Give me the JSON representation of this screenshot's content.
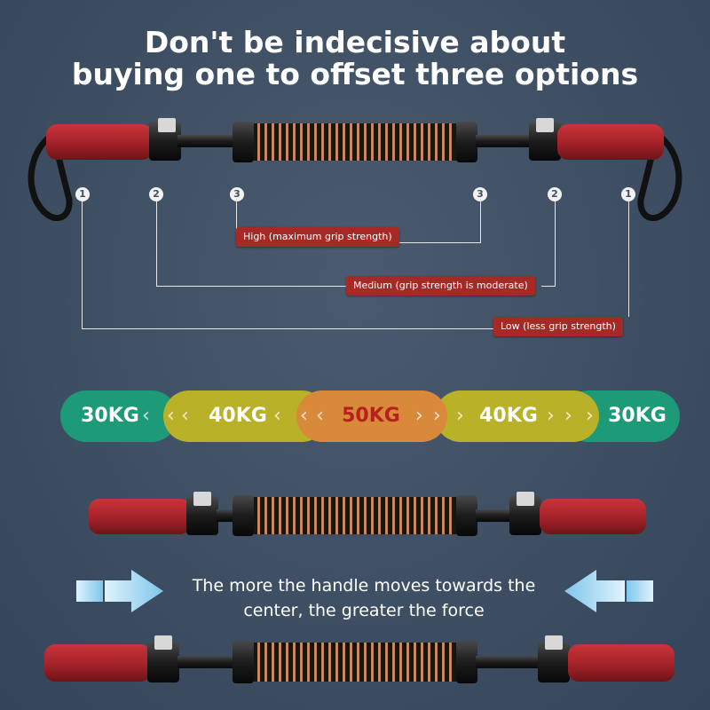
{
  "title": {
    "line1": "Don't be indecisive about",
    "line2": "buying one to offset three options"
  },
  "markers": {
    "left": [
      "1",
      "2",
      "3"
    ],
    "right": [
      "3",
      "2",
      "1"
    ]
  },
  "callouts": {
    "high": "High (maximum grip strength)",
    "medium": "Medium (grip strength is moderate)",
    "low": "Low (less grip strength)"
  },
  "levels": [
    {
      "label": "30KG",
      "color": "#1d9a77",
      "text_color": "#ffffff"
    },
    {
      "label": "40KG",
      "color": "#b9b228",
      "text_color": "#ffffff"
    },
    {
      "label": "50KG",
      "color": "#d88a3a",
      "text_color": "#b5221c"
    },
    {
      "label": "40KG",
      "color": "#b9b228",
      "text_color": "#ffffff"
    },
    {
      "label": "30KG",
      "color": "#1d9a77",
      "text_color": "#ffffff"
    }
  ],
  "caption": {
    "line1": "The more the handle moves towards the",
    "line2": "center, the greater the force"
  },
  "colors": {
    "background": "#3f5063",
    "handle_red": "#a8232b",
    "spring_copper": "#c9855c",
    "callout_red": "#a52a25",
    "arrow_blue": "#a9d8f2"
  }
}
